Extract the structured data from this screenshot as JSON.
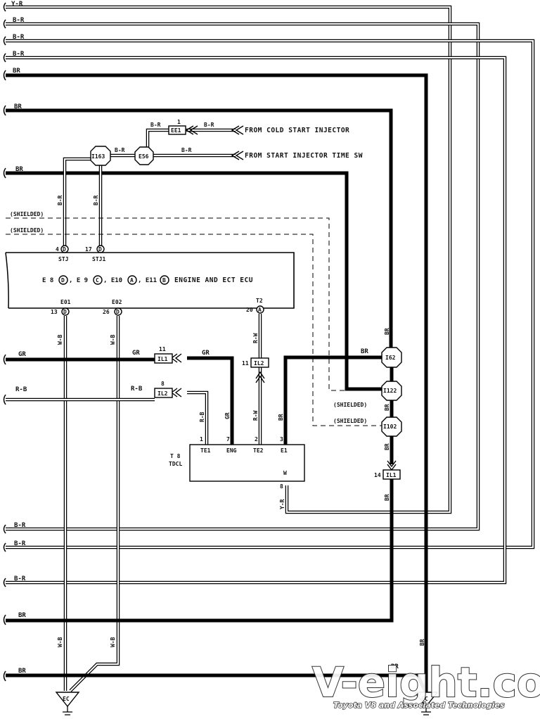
{
  "wires": {
    "top_yr": "Y-R",
    "top_br1": "B-R",
    "top_br2": "B-R",
    "top_br3": "B-R",
    "top_brown1": "BR",
    "top_brown2": "BR",
    "top_brown3": "BR",
    "gr_left": "GR",
    "rb_left": "R-B",
    "bot_br1": "B-R",
    "bot_br2": "B-R",
    "bot_br3": "B-R",
    "bot_brown1": "BR",
    "bot_brown2": "BR",
    "mid_br_a": "B-R",
    "mid_br_b": "B-R",
    "mid_br_c": "B-R",
    "mid_br_d": "B-R",
    "vert_br_a": "B-R",
    "vert_br_b": "B-R",
    "wb_a": "W-B",
    "wb_b": "W-B",
    "wb_c": "W-B",
    "wb_d": "W-B",
    "gr_mid": "GR",
    "gr_vert": "GR",
    "rb_mid": "R-B",
    "rb_vert": "R-B",
    "rw_a": "R-W",
    "rw_b": "R-W",
    "br_e1": "BR",
    "br_right1": "BR",
    "br_right2": "BR",
    "br_right3": "BR",
    "br_right4": "BR",
    "br_bottom": "BR",
    "br_gnd": "BR",
    "yr_w": "Y-R"
  },
  "connectors": {
    "ee1": "EE1",
    "ee1_pin": "1",
    "e56": "E56",
    "i163": "I163",
    "il1_top": "IL1",
    "il1_top_pin": "11",
    "il2_left": "IL2",
    "il2_left_pin": "8",
    "il2_mid": "IL2",
    "il2_mid_pin": "11",
    "i62": "I62",
    "i122": "I122",
    "i102": "I102",
    "il1_right": "IL1",
    "il1_right_pin": "14"
  },
  "labels": {
    "from_cold": "FROM COLD START INJECTOR",
    "from_time": "FROM START INJECTOR TIME SW",
    "shielded1": "(SHIELDED)",
    "shielded2": "(SHIELDED)",
    "shielded3": "(SHIELDED)",
    "shielded4": "(SHIELDED)"
  },
  "ecu": {
    "pin_stj_no": "4",
    "pin_stj_letter": "D",
    "pin_stj": "STJ",
    "pin_stj1_no": "17",
    "pin_stj1_letter": "D",
    "pin_stj1": "STJ1",
    "conn_e8": "E 8",
    "conn_e8_letter": "D",
    "conn_e9": ", E 9",
    "conn_e9_letter": "C",
    "conn_e10": ", E10",
    "conn_e10_letter": "A",
    "conn_e11": ", E11",
    "conn_e11_letter": "B",
    "name": "ENGINE AND ECT ECU",
    "pin_e01": "E01",
    "pin_e01_no": "13",
    "pin_e01_letter": "D",
    "pin_e02": "E02",
    "pin_e02_no": "26",
    "pin_e02_letter": "D",
    "pin_t2": "T2",
    "pin_t2_no": "20",
    "pin_t2_letter": "A"
  },
  "tdcl": {
    "id": "T 8",
    "name": "TDCL",
    "pin_te1": "TE1",
    "pin_te1_no": "1",
    "pin_eng": "ENG",
    "pin_eng_no": "7",
    "pin_te2": "TE2",
    "pin_te2_no": "2",
    "pin_e1": "E1",
    "pin_e1_no": "3",
    "pin_w": "W",
    "pin_w_no": "8"
  },
  "grounds": {
    "left": "EC",
    "right": "EC"
  },
  "watermark": {
    "brand": "V-eight.com",
    "tagline": "Toyota V8 and Associated Technologies"
  }
}
